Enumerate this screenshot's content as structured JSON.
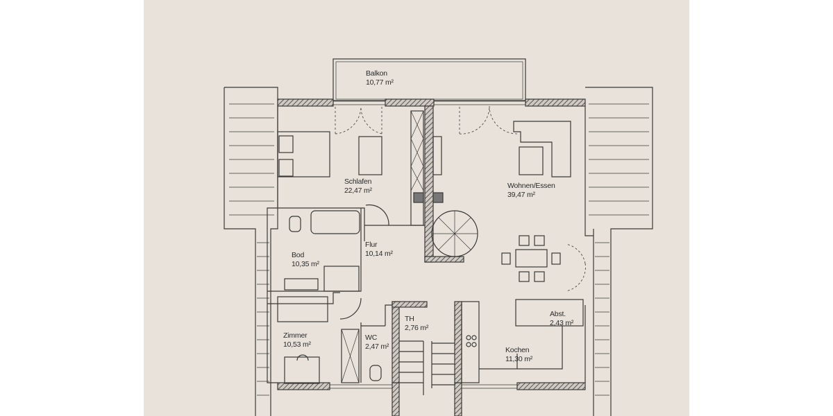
{
  "rooms": [
    {
      "name": "Balkon",
      "area": "10,77 m²"
    },
    {
      "name": "Schlafen",
      "area": "22,47 m²"
    },
    {
      "name": "Wohnen/Essen",
      "area": "39,47 m²"
    },
    {
      "name": "Bod",
      "area": "10,35 m²"
    },
    {
      "name": "Flur",
      "area": "10,14 m²"
    },
    {
      "name": "TH",
      "area": "2,76 m²"
    },
    {
      "name": "WC",
      "area": "2,47 m²"
    },
    {
      "name": "Zimmer",
      "area": "10,53 m²"
    },
    {
      "name": "Abst.",
      "area": "2,43 m²"
    },
    {
      "name": "Kochen",
      "area": "11,30 m²"
    }
  ],
  "colors": {
    "paper": "#e8e2db",
    "line": "#3a3836",
    "wall_fill": "#6e6a66"
  }
}
